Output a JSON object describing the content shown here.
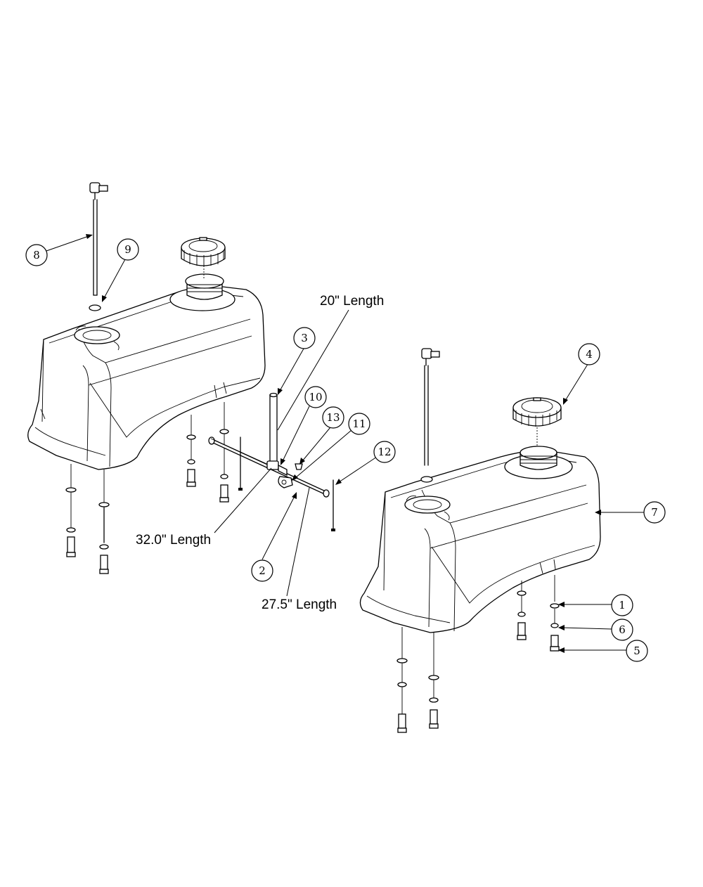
{
  "callouts": [
    {
      "label": "1"
    },
    {
      "label": "2"
    },
    {
      "label": "3"
    },
    {
      "label": "4"
    },
    {
      "label": "5"
    },
    {
      "label": "6"
    },
    {
      "label": "7"
    },
    {
      "label": "8"
    },
    {
      "label": "9"
    },
    {
      "label": "10"
    },
    {
      "label": "11"
    },
    {
      "label": "12"
    },
    {
      "label": "13"
    }
  ],
  "lengths": [
    {
      "text": "20\" Length"
    },
    {
      "text": "32.0\" Length"
    },
    {
      "text": "27.5\" Length"
    }
  ]
}
